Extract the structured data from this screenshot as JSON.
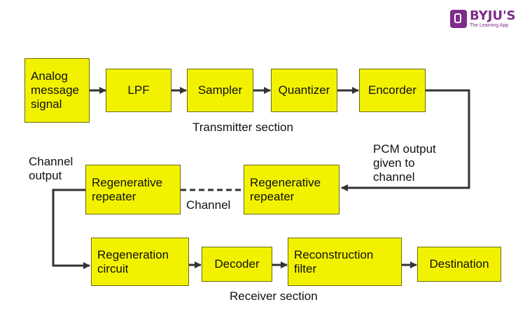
{
  "brand": {
    "name": "BYJU'S",
    "tagline": "The Learning App",
    "color": "#7d2c8a"
  },
  "colors": {
    "block_fill": "#f2f200",
    "block_border": "#6b6b00",
    "line": "#333333"
  },
  "transmitter": {
    "source": [
      "Analog",
      "message",
      "signal"
    ],
    "lpf": "LPF",
    "sampler": "Sampler",
    "quantizer": "Quantizer",
    "encoder": "Encorder",
    "section_label": "Transmitter section"
  },
  "channel": {
    "pcm_note": [
      "PCM output",
      "given to",
      "channel"
    ],
    "repeater_right": [
      "Regenerative",
      "repeater"
    ],
    "repeater_left": [
      "Regenerative",
      "repeater"
    ],
    "channel_label": "Channel",
    "output_note": [
      "Channel",
      "output"
    ]
  },
  "receiver": {
    "regeneration": [
      "Regeneration",
      "circuit"
    ],
    "decoder": "Decoder",
    "reconstruction": [
      "Reconstruction",
      "filter"
    ],
    "destination": "Destination",
    "section_label": "Receiver section"
  }
}
